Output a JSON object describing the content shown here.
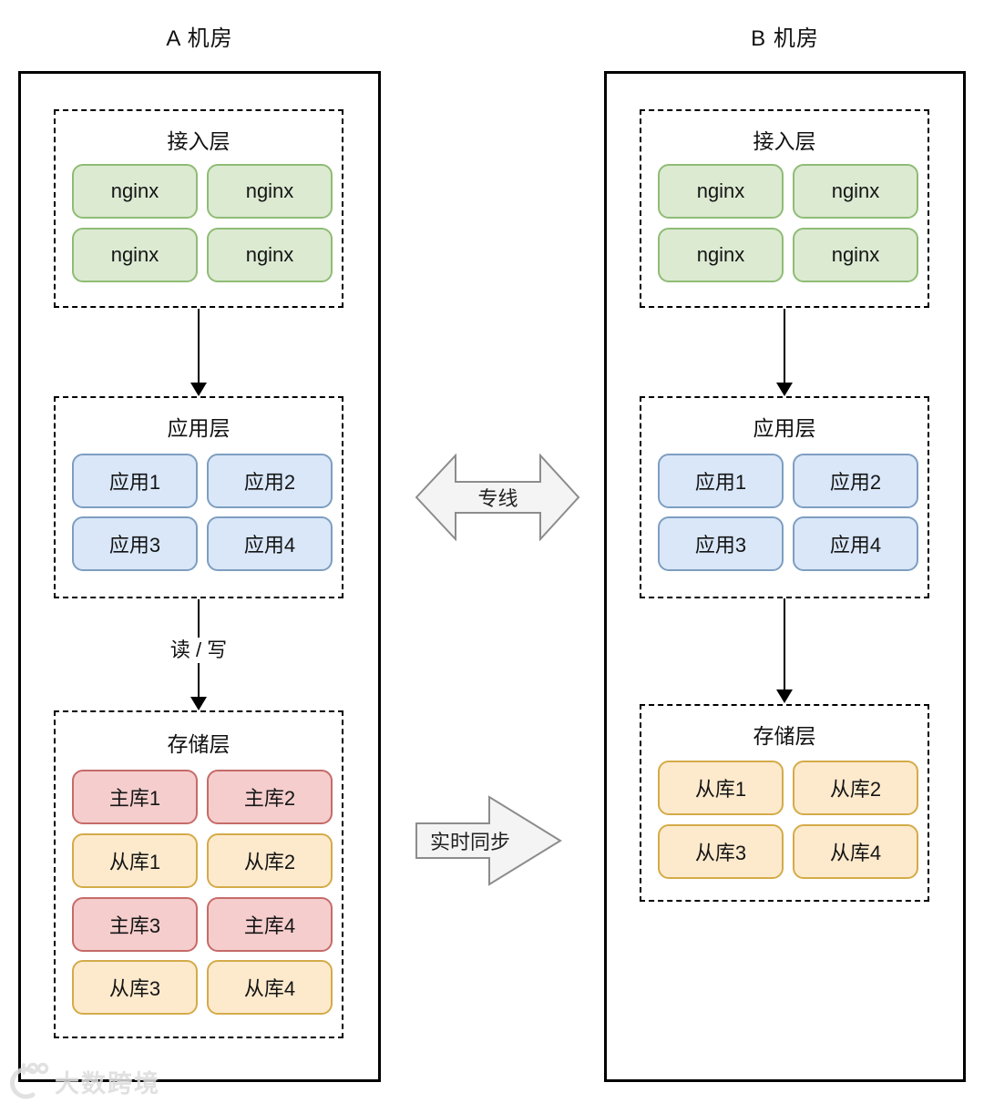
{
  "palette": {
    "green_fill": "#dcead2",
    "green_stroke": "#8fbc75",
    "blue_fill": "#d9e7f8",
    "blue_stroke": "#7e9ec1",
    "red_fill": "#f5cdcd",
    "red_stroke": "#c66b69",
    "orange_fill": "#fdeacd",
    "orange_stroke": "#d4ab49",
    "connector_fill": "#f4f4f4",
    "connector_stroke": "#8c8c8c",
    "line_color": "#000000"
  },
  "datacenters": [
    {
      "title": "A 机房",
      "layers": [
        {
          "title": "接入层",
          "nodes": [
            {
              "label": "nginx",
              "type": "nginx"
            },
            {
              "label": "nginx",
              "type": "nginx"
            },
            {
              "label": "nginx",
              "type": "nginx"
            },
            {
              "label": "nginx",
              "type": "nginx"
            }
          ]
        },
        {
          "title": "应用层",
          "nodes": [
            {
              "label": "应用1",
              "type": "app"
            },
            {
              "label": "应用2",
              "type": "app"
            },
            {
              "label": "应用3",
              "type": "app"
            },
            {
              "label": "应用4",
              "type": "app"
            }
          ]
        },
        {
          "title": "存储层",
          "nodes": [
            {
              "label": "主库1",
              "type": "master"
            },
            {
              "label": "主库2",
              "type": "master"
            },
            {
              "label": "从库1",
              "type": "slave"
            },
            {
              "label": "从库2",
              "type": "slave"
            },
            {
              "label": "主库3",
              "type": "master"
            },
            {
              "label": "主库4",
              "type": "master"
            },
            {
              "label": "从库3",
              "type": "slave"
            },
            {
              "label": "从库4",
              "type": "slave"
            }
          ]
        }
      ]
    },
    {
      "title": "B 机房",
      "layers": [
        {
          "title": "接入层",
          "nodes": [
            {
              "label": "nginx",
              "type": "nginx"
            },
            {
              "label": "nginx",
              "type": "nginx"
            },
            {
              "label": "nginx",
              "type": "nginx"
            },
            {
              "label": "nginx",
              "type": "nginx"
            }
          ]
        },
        {
          "title": "应用层",
          "nodes": [
            {
              "label": "应用1",
              "type": "app"
            },
            {
              "label": "应用2",
              "type": "app"
            },
            {
              "label": "应用3",
              "type": "app"
            },
            {
              "label": "应用4",
              "type": "app"
            }
          ]
        },
        {
          "title": "存储层",
          "nodes": [
            {
              "label": "从库1",
              "type": "slave"
            },
            {
              "label": "从库2",
              "type": "slave"
            },
            {
              "label": "从库3",
              "type": "slave"
            },
            {
              "label": "从库4",
              "type": "slave"
            }
          ]
        }
      ]
    }
  ],
  "connectors": {
    "dedicated_line": "专线",
    "realtime_sync": "实时同步",
    "read_write": "读 / 写"
  },
  "watermark": {
    "text": "大数跨境"
  }
}
